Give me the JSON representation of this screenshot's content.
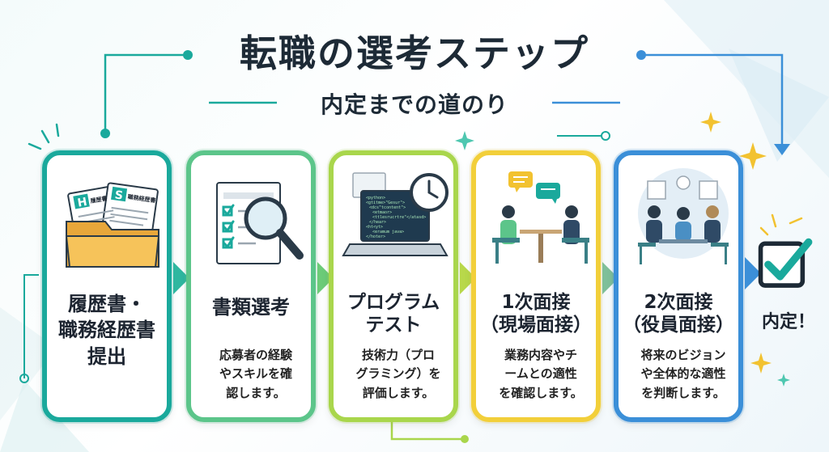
{
  "header": {
    "title": "転職の選考ステップ",
    "subtitle": "内定までの道のり"
  },
  "steps": [
    {
      "title_lines": [
        "履歴書・",
        "職務経歴書",
        "提出"
      ],
      "desc_lines": [],
      "color": "#1aa99c",
      "doc_labels": [
        "H",
        "S",
        "履歴書",
        "職務経歴書"
      ]
    },
    {
      "title_lines": [
        "書類選考"
      ],
      "desc_lines": [
        "応募者の経験",
        "やスキルを確",
        "認します。"
      ],
      "color": "#5cc58a"
    },
    {
      "title_lines": [
        "プログラム",
        "テスト"
      ],
      "desc_lines": [
        "技術力（プロ",
        "グラミング）を",
        "評価します。"
      ],
      "color": "#a9d64c",
      "code_lines": [
        "<python>",
        "<gtitme>\"Gesur\">",
        "<dcs\"tcontent\">",
        "<etmaor>",
        "<ttlesrucrtre\"</atasd>",
        "</hear>",
        "<ht<yt>",
        "<eramum java>",
        "</hoter>"
      ]
    },
    {
      "title_lines": [
        "1次面接",
        "（現場面接）"
      ],
      "desc_lines": [
        "業務内容やチ",
        "ームとの適性",
        "を確認します。"
      ],
      "color": "#f2cf3a"
    },
    {
      "title_lines": [
        "2次面接",
        "（役員面接）"
      ],
      "desc_lines": [
        "将来のビジョン",
        "や全体的な適性",
        "を判断します。"
      ],
      "color": "#3b8fd8"
    }
  ],
  "final": {
    "label": "内定！",
    "color": "#1aa99c"
  }
}
